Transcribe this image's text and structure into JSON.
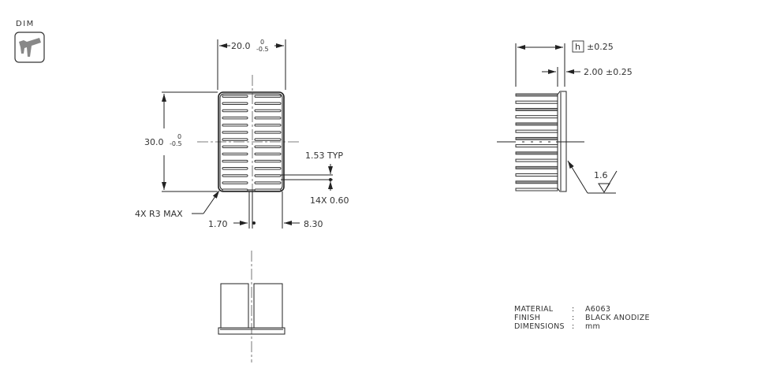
{
  "badge": {
    "label": "DIM",
    "icon": "caliper-icon"
  },
  "front_view": {
    "width_dim": {
      "nominal": "20.0",
      "upper_tol": "0",
      "lower_tol": "-0.5"
    },
    "height_dim": {
      "nominal": "30.0",
      "upper_tol": "0",
      "lower_tol": "-0.5"
    },
    "fin_pitch": "1.53 TYP",
    "fin_thickness": "14X 0.60",
    "corner_radius": "4X R3 MAX",
    "slot_left": "1.70",
    "slot_right": "8.30",
    "fin_rows": 14
  },
  "side_view": {
    "height_dim": {
      "symbol": "h",
      "tol": "±0.25"
    },
    "base_thickness": "2.00 ±0.25",
    "surface_finish": "1.6",
    "fin_count": 14
  },
  "notes": [
    {
      "key": "MATERIAL",
      "sep": ":",
      "value": "A6063"
    },
    {
      "key": "FINISH",
      "sep": ":",
      "value": "BLACK ANODIZE"
    },
    {
      "key": "DIMENSIONS",
      "sep": ":",
      "value": "mm"
    }
  ]
}
